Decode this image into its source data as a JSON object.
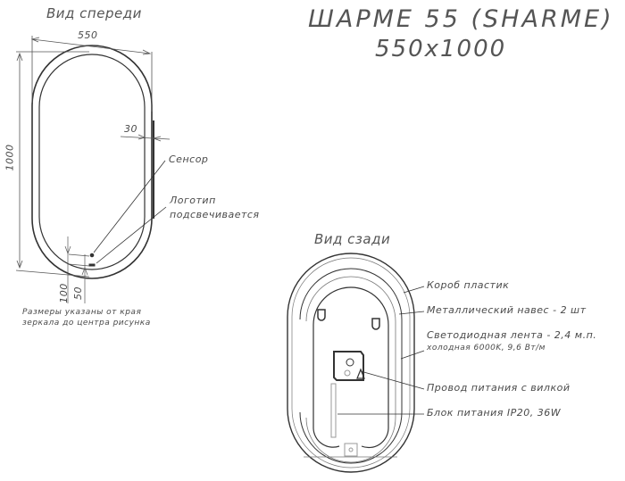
{
  "title": {
    "model": "ШАРМЕ 55 (SHARME)",
    "size": "550x1000"
  },
  "front_view": {
    "label": "Вид спереди",
    "dim_width": "550",
    "dim_height": "1000",
    "dim_led_offset": "30",
    "dim_sensor": "100",
    "dim_logo": "50",
    "callouts": {
      "sensor": "Сенсор",
      "logo_line1": "Логотип",
      "logo_line2": "подсвечивается"
    },
    "note_line1": "Размеры указаны от края",
    "note_line2": "зеркала до центра рисунка"
  },
  "back_view": {
    "label": "Вид сзади",
    "callouts": {
      "box": "Короб пластик",
      "hanger": "Металлический навес - 2 шт",
      "led_line1": "Светодиодная лента - 2,4 м.п.",
      "led_line2": "холодная 6000K, 9,6 Вт/м",
      "cable": "Провод питания с вилкой",
      "psu": "Блок питания IP20, 36W"
    }
  }
}
